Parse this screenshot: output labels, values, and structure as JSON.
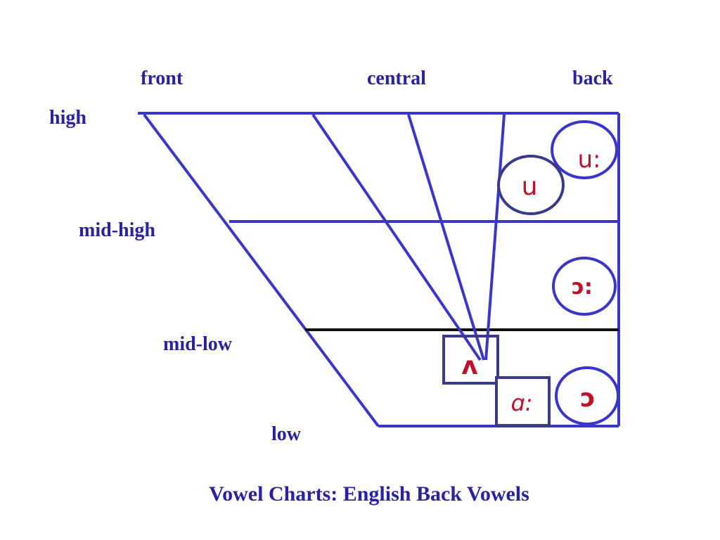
{
  "title": "Vowel Charts: English Back Vowels",
  "column_labels": {
    "front": "front",
    "central": "central",
    "back": "back"
  },
  "row_labels": {
    "high": "high",
    "mid_high": "mid-high",
    "mid_low": "mid-low",
    "low": "low"
  },
  "vowels": {
    "u_long": "u:",
    "u_short": "u",
    "open_o_long": "ɔ:",
    "open_o_short": "ɔ",
    "wedge": "ʌ",
    "a_long": "ɑ:"
  },
  "colors": {
    "line": "#3a36c8",
    "mid_low_line": "#111111",
    "circle_stroke": "#3a36c8",
    "box_stroke": "#3a3a8a",
    "text": "#2a22a0",
    "vowel_text": "#c0102a"
  }
}
